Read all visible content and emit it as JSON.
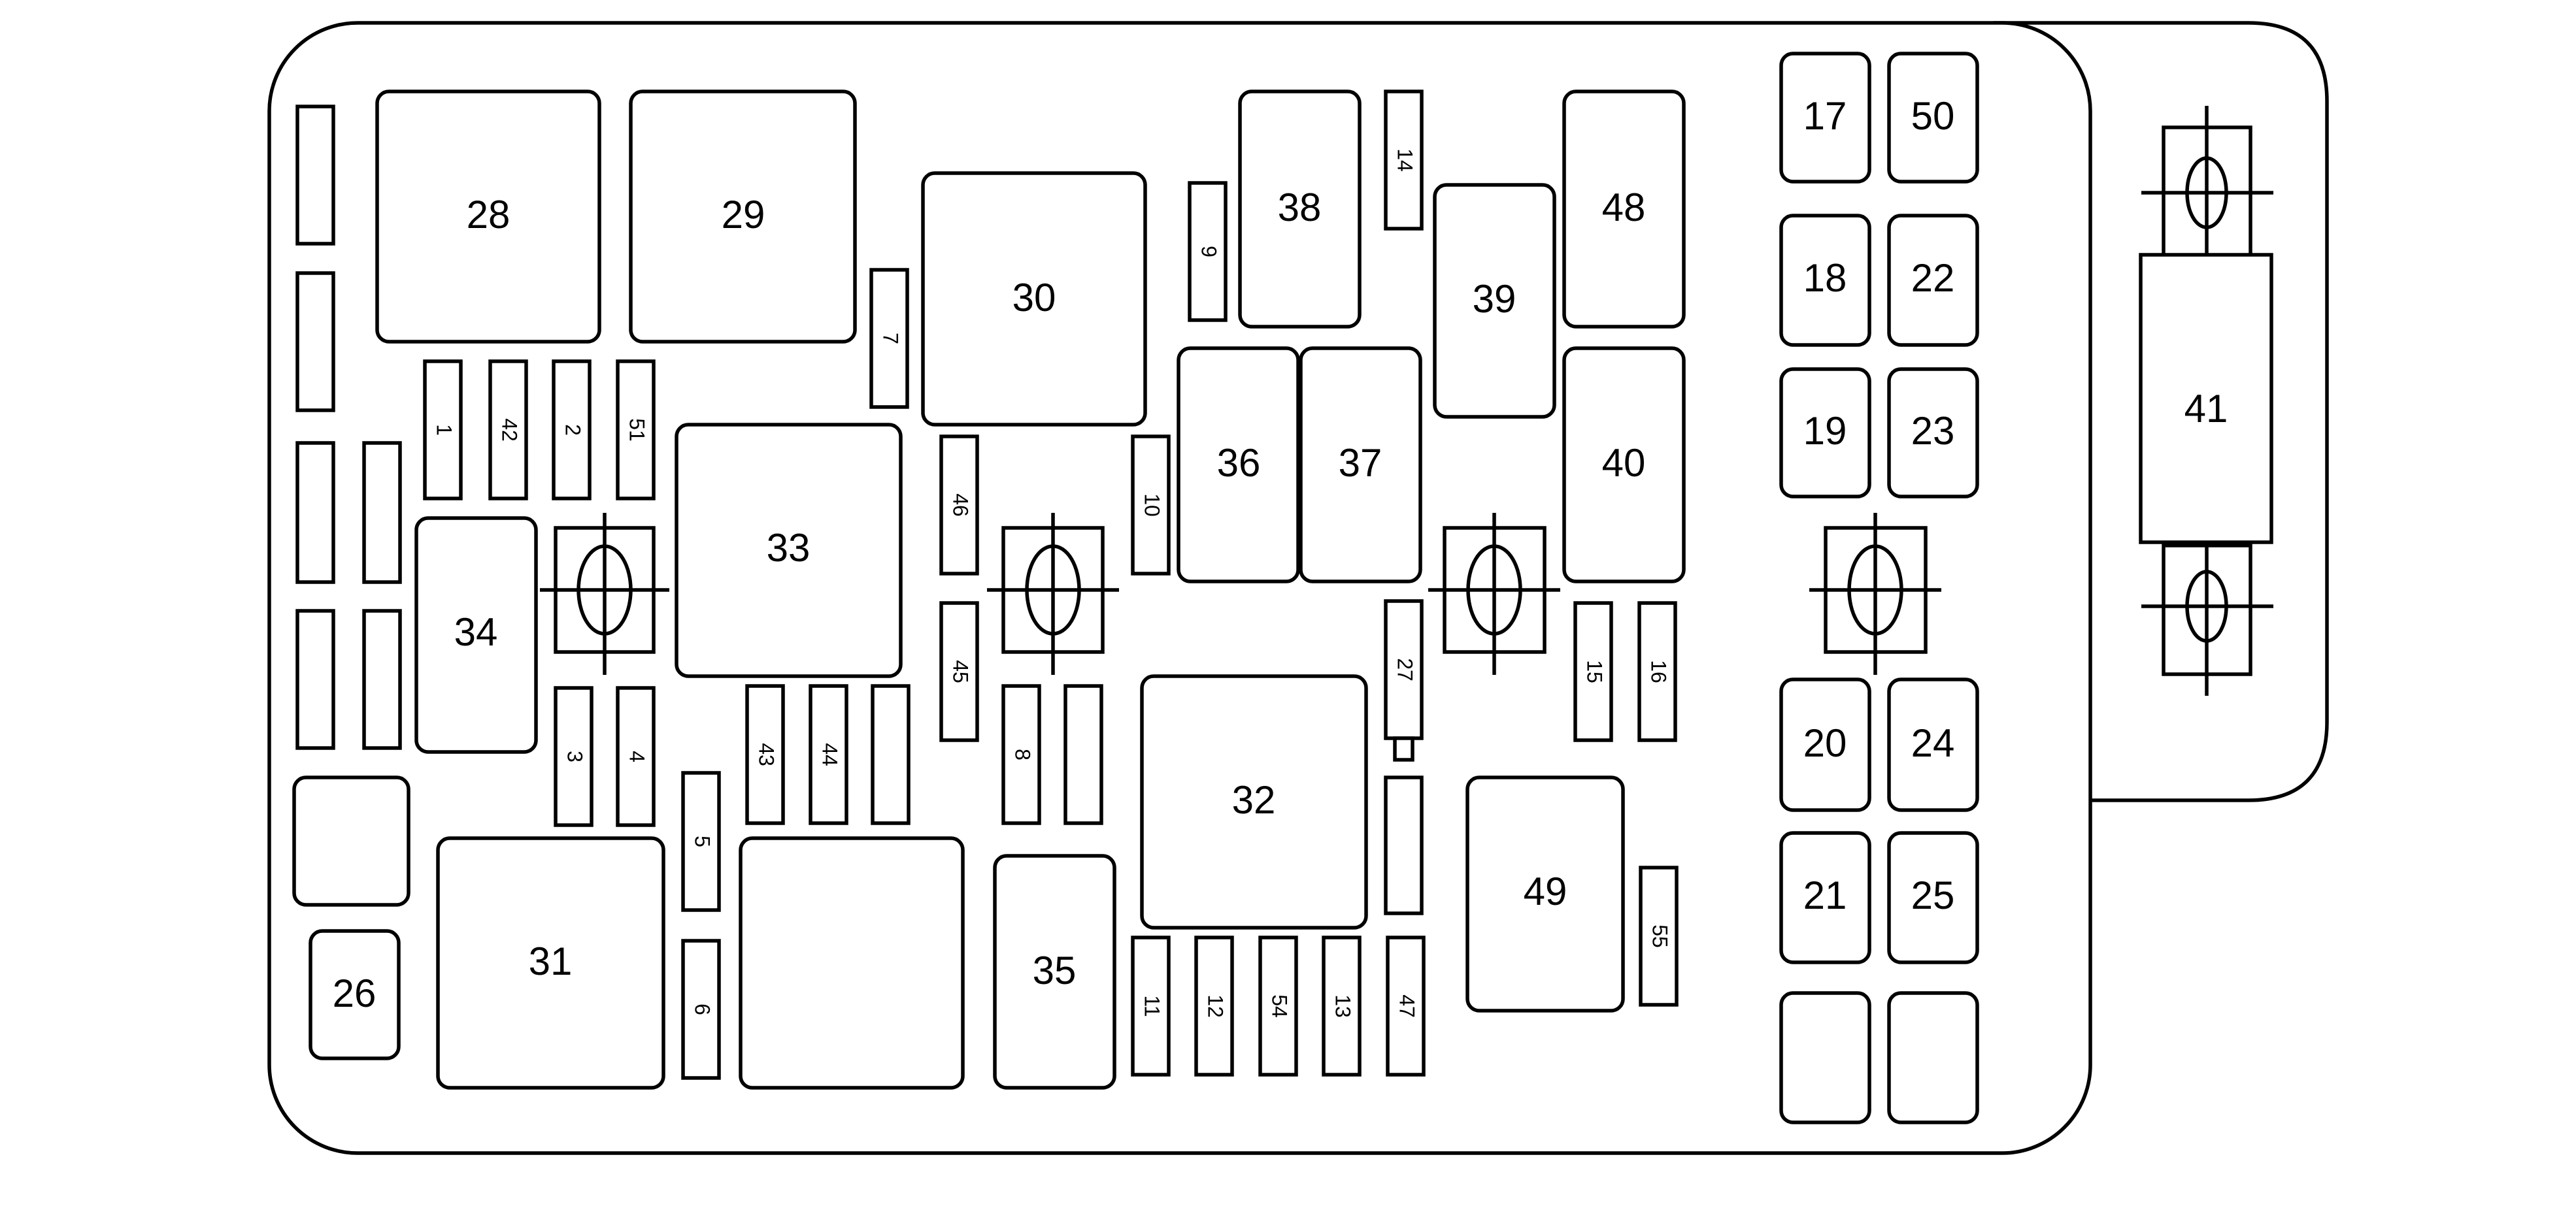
{
  "diagram": {
    "outline_color": "#000000",
    "background_color": "#ffffff",
    "relays": {
      "r28": "28",
      "r29": "29",
      "r30": "30",
      "r33": "33",
      "r34": "34",
      "r31": "31",
      "r35": "35",
      "r32": "32",
      "r36": "36",
      "r37": "37",
      "r38": "38",
      "r39": "39",
      "r48": "48",
      "r40": "40",
      "r49": "49",
      "r26": "26",
      "r17": "17",
      "r50": "50",
      "r18": "18",
      "r22": "22",
      "r19": "19",
      "r23": "23",
      "r20": "20",
      "r24": "24",
      "r21": "21",
      "r25": "25",
      "r41": "41"
    },
    "fuses": {
      "f1": "1",
      "f42": "42",
      "f2": "2",
      "f51": "51",
      "f3": "3",
      "f4": "4",
      "f5": "5",
      "f6": "6",
      "f7": "7",
      "f9": "9",
      "f14": "14",
      "f46": "46",
      "f45": "45",
      "f10": "10",
      "f43": "43",
      "f44": "44",
      "f8": "8",
      "f11": "11",
      "f12": "12",
      "f54": "54",
      "f13": "13",
      "f47": "47",
      "f27": "27",
      "f15": "15",
      "f16": "16",
      "f55": "55"
    }
  }
}
